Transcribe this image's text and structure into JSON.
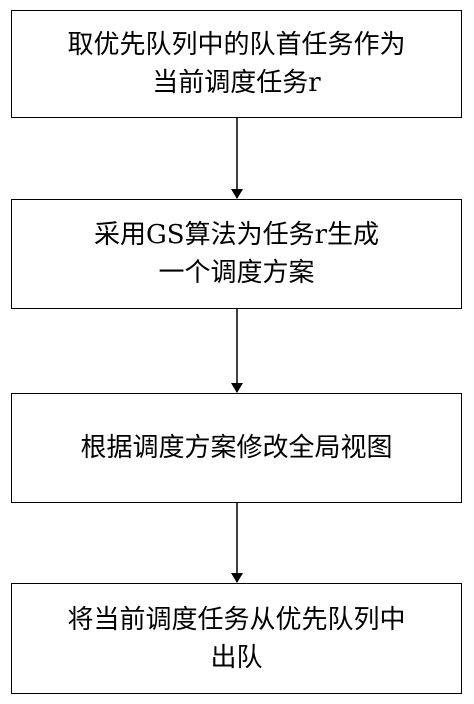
{
  "diagram": {
    "steps": [
      {
        "lines": [
          "取优先队列中的队首任务作为",
          "当前调度任务r"
        ]
      },
      {
        "lines": [
          "采用GS算法为任务r生成",
          "一个调度方案"
        ]
      },
      {
        "lines": [
          "根据调度方案修改全局视图"
        ]
      },
      {
        "lines": [
          "将当前调度任务从优先队列中",
          "出队"
        ]
      }
    ],
    "colors": {
      "border": "#000000",
      "text": "#000000",
      "background": "#ffffff"
    }
  }
}
